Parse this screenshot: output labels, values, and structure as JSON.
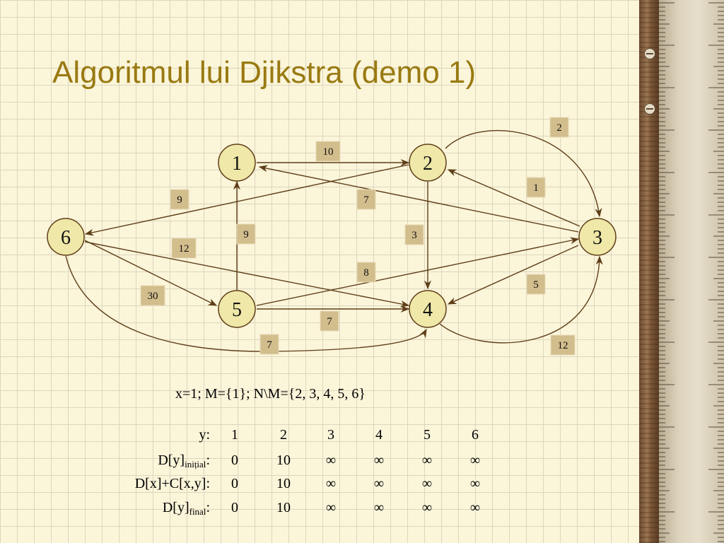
{
  "title": "Algoritmul lui Djikstra (demo 1)",
  "nodes": [
    {
      "id": "1",
      "label": "1"
    },
    {
      "id": "2",
      "label": "2"
    },
    {
      "id": "3",
      "label": "3"
    },
    {
      "id": "4",
      "label": "4"
    },
    {
      "id": "5",
      "label": "5"
    },
    {
      "id": "6",
      "label": "6"
    }
  ],
  "edges": [
    {
      "from": "1",
      "to": "2",
      "weight": "10"
    },
    {
      "from": "3",
      "to": "1",
      "weight": "7"
    },
    {
      "from": "2",
      "to": "3",
      "weight": "2"
    },
    {
      "from": "3",
      "to": "2",
      "weight": "1"
    },
    {
      "from": "2",
      "to": "4",
      "weight": "3"
    },
    {
      "from": "2",
      "to": "6",
      "weight": "9"
    },
    {
      "from": "6",
      "to": "4",
      "weight": "12"
    },
    {
      "from": "5",
      "to": "1",
      "weight": "9"
    },
    {
      "from": "6",
      "to": "5",
      "weight": "30"
    },
    {
      "from": "5",
      "to": "4",
      "weight": "7"
    },
    {
      "from": "5",
      "to": "3",
      "weight": "8"
    },
    {
      "from": "3",
      "to": "4",
      "weight": "5"
    },
    {
      "from": "4",
      "to": "3",
      "weight": "12"
    },
    {
      "from": "6",
      "to": "4",
      "weight": "7"
    }
  ],
  "status_line": "x=1; M={1}; N\\M={2, 3, 4, 5, 6}",
  "table": {
    "header_label": "y:",
    "columns": [
      "1",
      "2",
      "3",
      "4",
      "5",
      "6"
    ],
    "rows": [
      {
        "label": "D[y]",
        "subscript": "inițial",
        "suffix": ":",
        "values": [
          "0",
          "10",
          "∞",
          "∞",
          "∞",
          "∞"
        ]
      },
      {
        "label": "D[x]+C[x,y]:",
        "subscript": "",
        "suffix": "",
        "values": [
          "0",
          "10",
          "∞",
          "∞",
          "∞",
          "∞"
        ]
      },
      {
        "label": "D[y]",
        "subscript": "final",
        "suffix": ":",
        "values": [
          "0",
          "10",
          "∞",
          "∞",
          "∞",
          "∞"
        ]
      }
    ]
  },
  "colors": {
    "background": "#fbf5da",
    "title": "#997a12",
    "node_fill": "#efe8a8",
    "edge": "#5e3e18",
    "weight_box": "#d2bd8d"
  }
}
